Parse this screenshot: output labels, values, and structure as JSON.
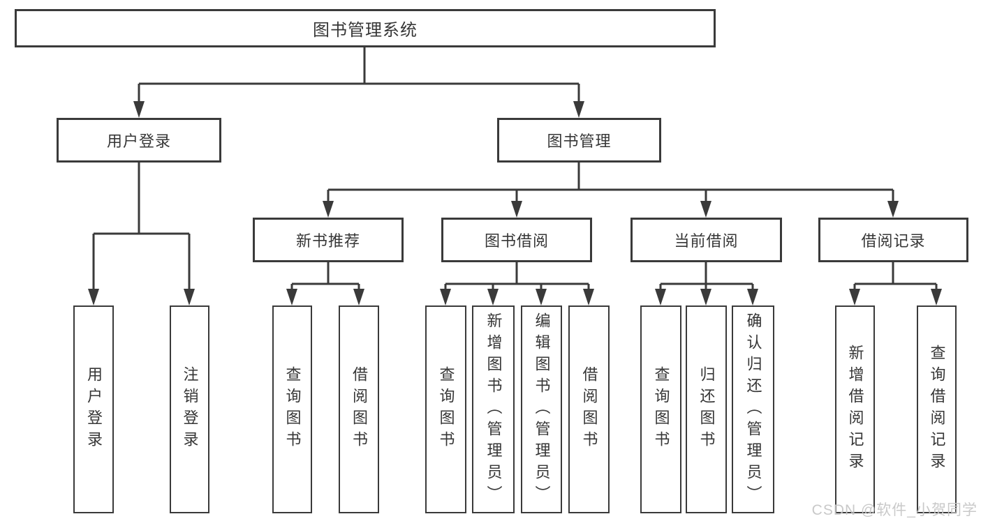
{
  "nodes": {
    "root": "图书管理系统",
    "user_login": "用户登录",
    "book_mgmt": "图书管理",
    "new_book_rec": "新书推荐",
    "book_borrow": "图书借阅",
    "current_borrow": "当前借阅",
    "borrow_records": "借阅记录",
    "leaf_user_login": "用户登录",
    "leaf_logout": "注销登录",
    "leaf_nb_query": "查询图书",
    "leaf_nb_borrow": "借阅图书",
    "leaf_bb_query": "查询图书",
    "leaf_bb_add": "新增图书（管理员）",
    "leaf_bb_edit": "编辑图书（管理员）",
    "leaf_bb_borrow": "借阅图书",
    "leaf_cb_query": "查询图书",
    "leaf_cb_return": "归还图书",
    "leaf_cb_confirm": "确认归还（管理员）",
    "leaf_br_add": "新增借阅记录",
    "leaf_br_query": "查询借阅记录"
  },
  "colors": {
    "line": "#3a3a3a",
    "text": "#363636",
    "watermark": "#c6c6c6"
  },
  "watermark": "CSDN @软件_小贺同学"
}
